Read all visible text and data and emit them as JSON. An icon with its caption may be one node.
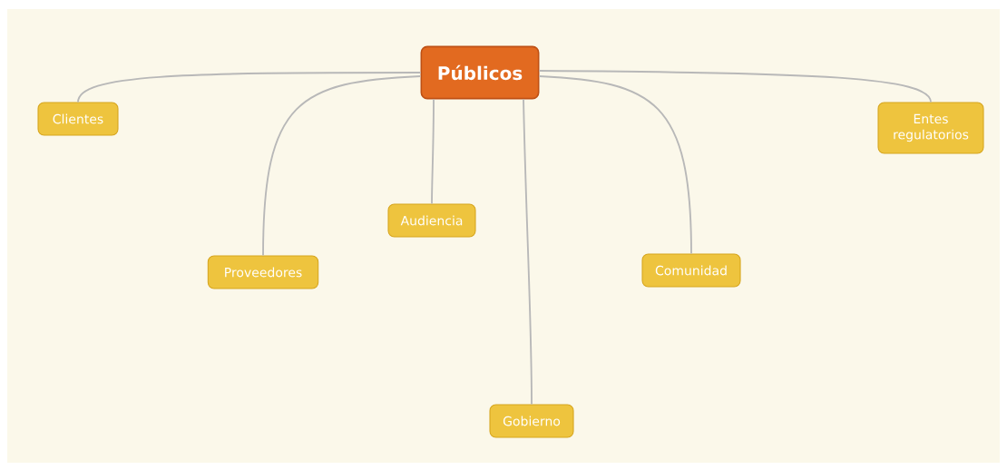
{
  "diagram": {
    "nodes": [
      {
        "text": [
          "Públicos"
        ]
      },
      {
        "text": [
          "Clientes"
        ]
      },
      {
        "text": [
          "Entes regulatorios"
        ]
      },
      {
        "text": [
          "Audiencia"
        ]
      },
      {
        "text": [
          "Proveedores"
        ]
      },
      {
        "text": [
          "Comunidad"
        ]
      },
      {
        "text": [
          "Gobierno"
        ]
      }
    ],
    "edges": [
      {
        "from": 0,
        "to": 1,
        "arrow": "none"
      },
      {
        "from": 0,
        "to": 2,
        "arrow": "none"
      },
      {
        "from": 0,
        "to": 3,
        "arrow": "none"
      },
      {
        "from": 0,
        "to": 4,
        "arrow": "none"
      },
      {
        "from": 0,
        "to": 5,
        "arrow": "none"
      },
      {
        "from": 0,
        "to": 6,
        "arrow": "none"
      }
    ]
  }
}
